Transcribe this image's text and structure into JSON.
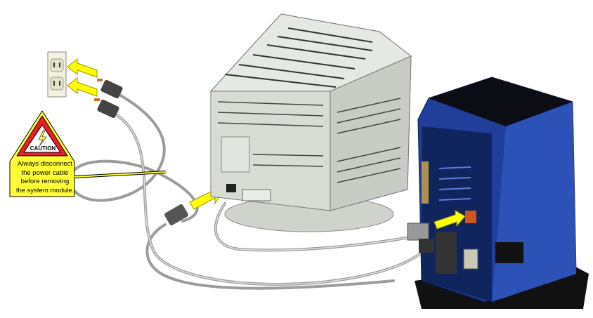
{
  "caution": {
    "label": "CAUTION",
    "message_lines": [
      "Always disconnect",
      "the power cable",
      "before removing",
      "the system module."
    ]
  },
  "colors": {
    "arrow": "#ffff00",
    "caution_bg": "#ffff33",
    "caution_ring": "#ee1c24",
    "system_blue": "#1f3f9a",
    "monitor": "#d9ddd6",
    "cable": "#bfc2bf"
  }
}
